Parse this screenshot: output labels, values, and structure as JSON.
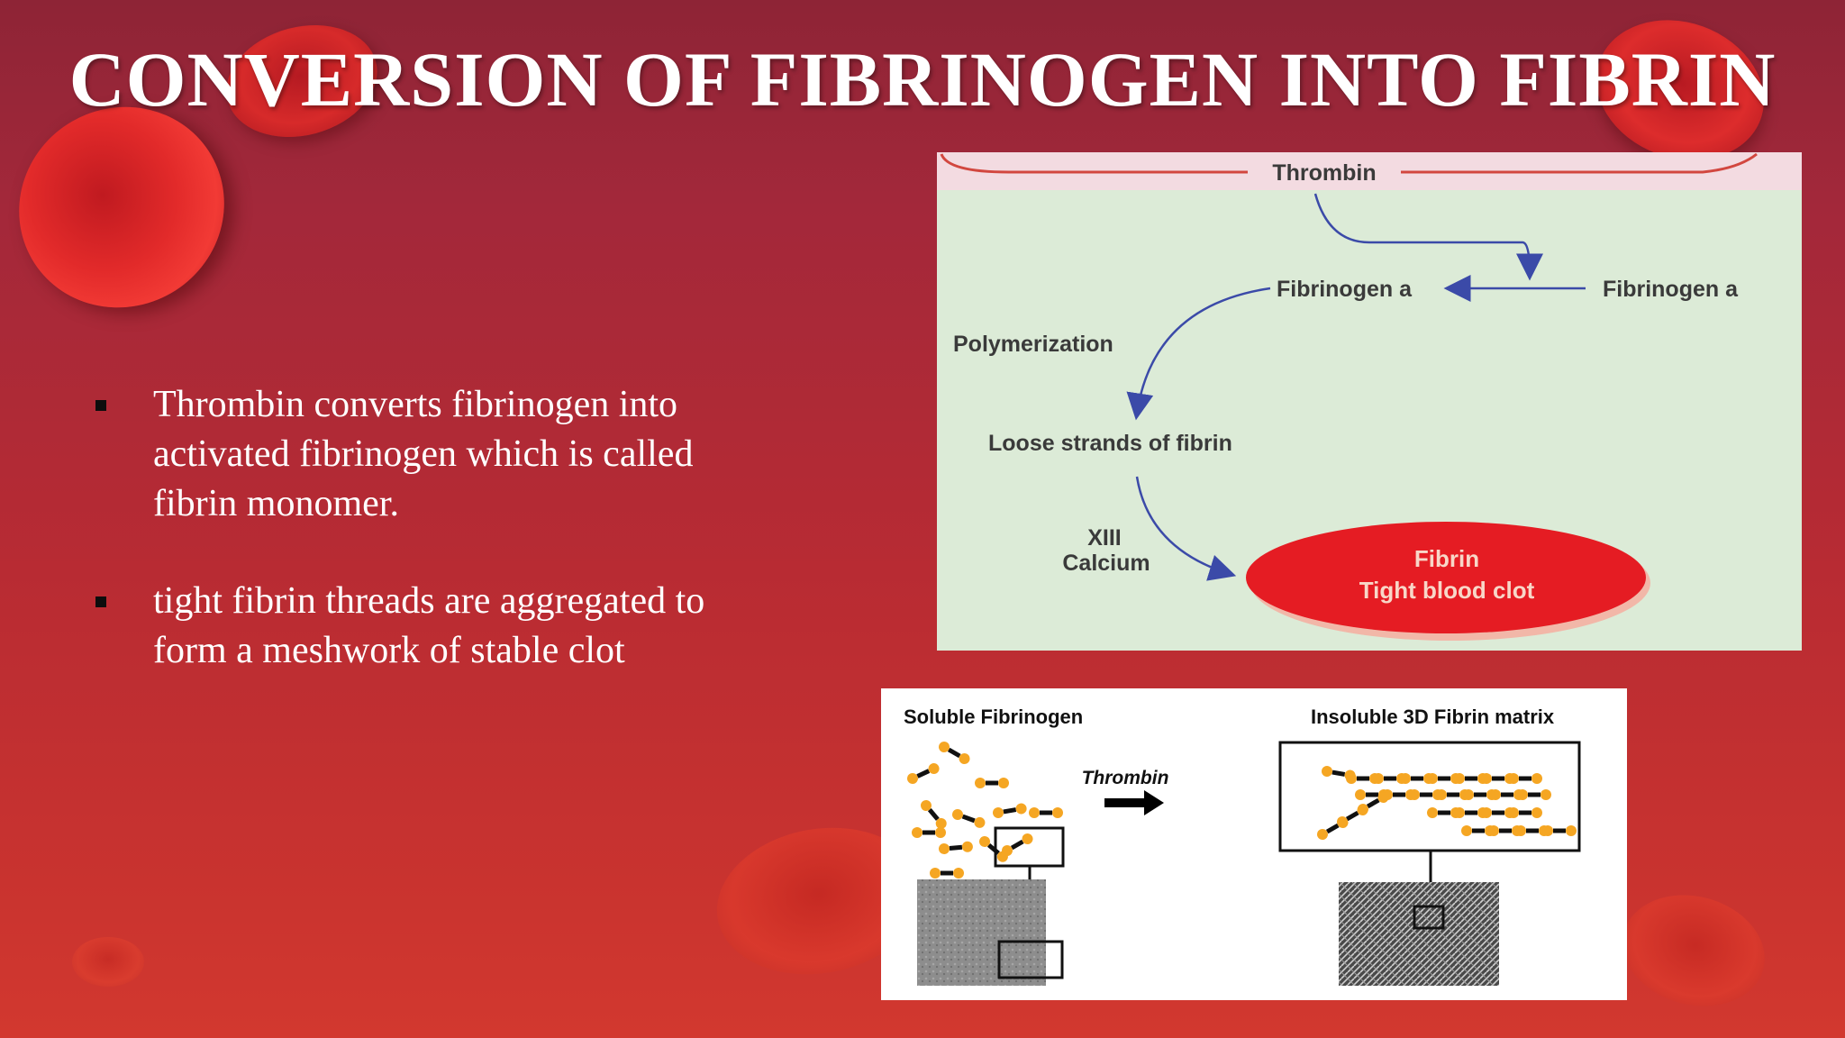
{
  "slide": {
    "title": "CONVERSION OF FIBRINOGEN INTO FIBRIN",
    "bullets": [
      "Thrombin converts fibrinogen into activated fibrinogen which is called fibrin monomer.",
      "tight fibrin threads are aggregated to form a meshwork of stable clot"
    ]
  },
  "diagram_pathway": {
    "thrombin": "Thrombin",
    "fibrinogen_left": "Fibrinogen a",
    "fibrinogen_right": "Fibrinogen a",
    "polymerization": "Polymerization",
    "loose_strands": "Loose strands of  fibrin",
    "factor": "XIII",
    "calcium": "Calcium",
    "clot_line1": "Fibrin",
    "clot_line2": "Tight blood clot"
  },
  "diagram_matrix": {
    "soluble_label": "Soluble Fibrinogen",
    "thrombin_label": "Thrombin",
    "insoluble_label": "Insoluble 3D Fibrin matrix"
  },
  "colors": {
    "background_top": "#8e2436",
    "background_bottom": "#d2382f",
    "text": "#ffffff",
    "clot_red": "#e51c23",
    "arrow_blue": "#3b4aa8",
    "monomer_orange": "#f5a623"
  }
}
